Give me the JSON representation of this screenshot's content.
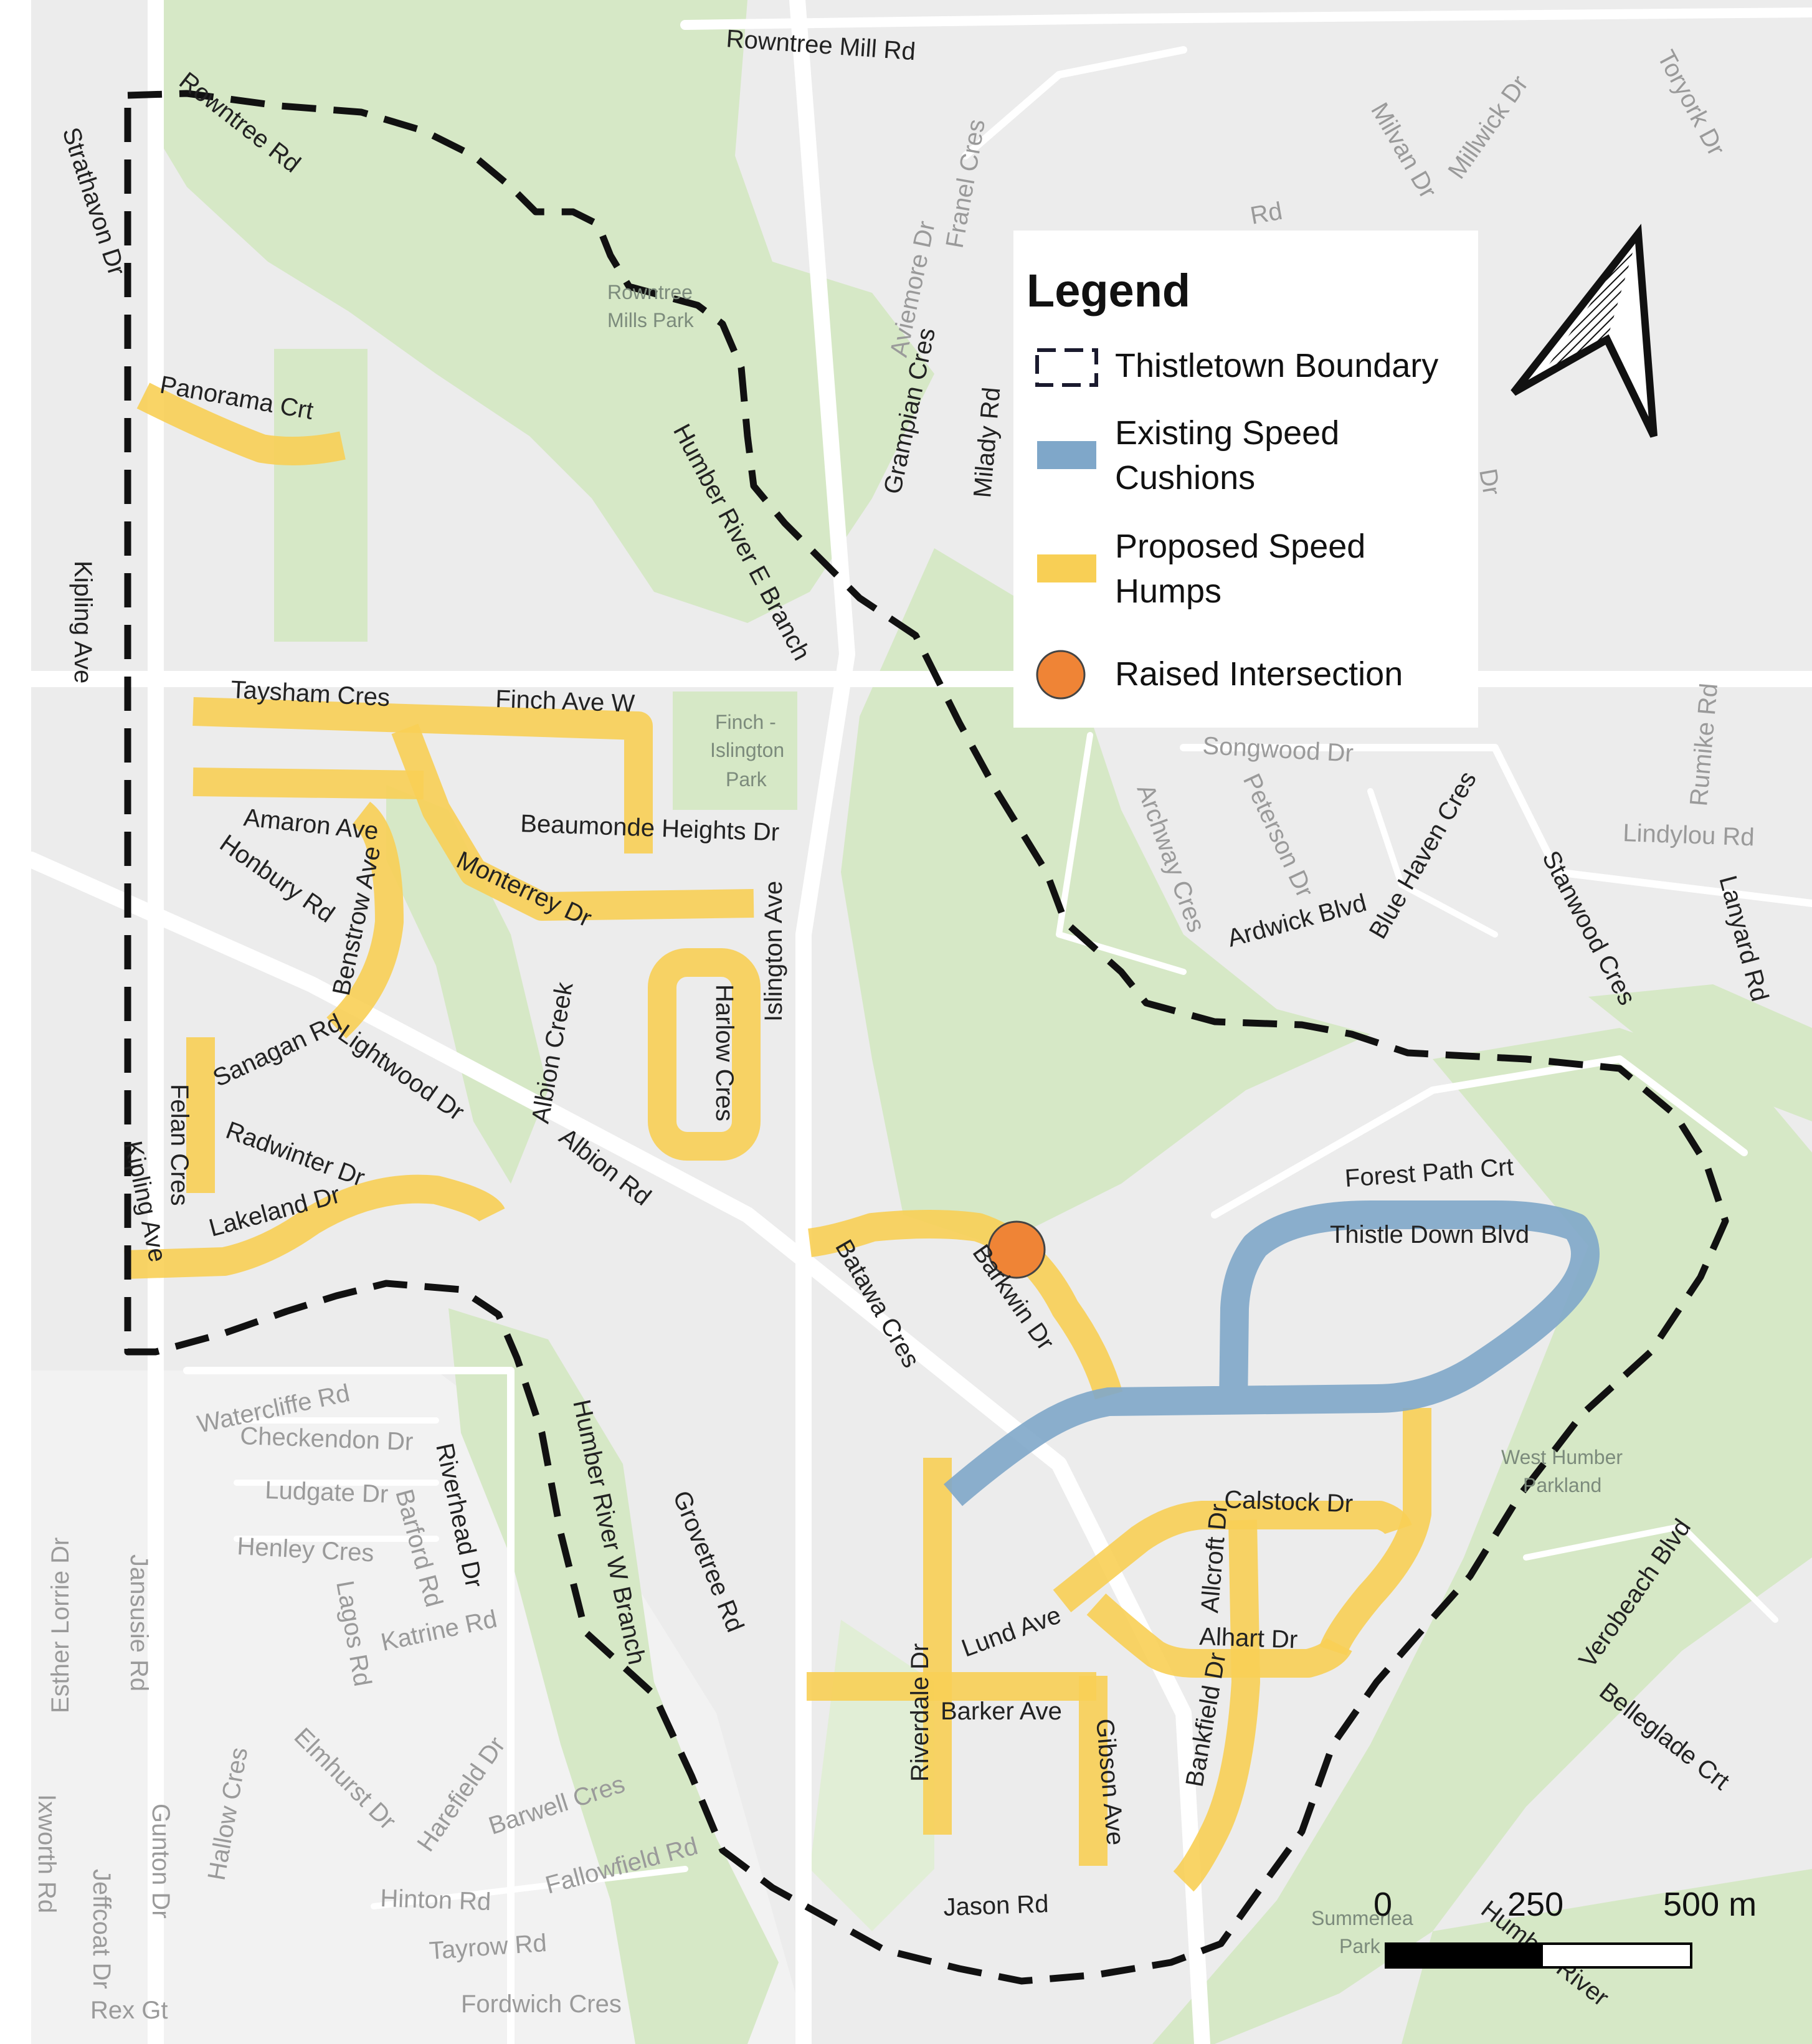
{
  "legend": {
    "title": "Legend",
    "items": [
      {
        "label_lines": [
          "Thistletown Boundary"
        ],
        "symbol": "dashed-box",
        "color": "#1a1a2e"
      },
      {
        "label_lines": [
          "Existing Speed",
          "Cushions"
        ],
        "symbol": "bar",
        "color": "#7fa7c9"
      },
      {
        "label_lines": [
          "Proposed Speed",
          "Humps"
        ],
        "symbol": "bar",
        "color": "#f8cf55"
      },
      {
        "label_lines": [
          "Raised Intersection"
        ],
        "symbol": "circle",
        "color": "#ef8436"
      }
    ]
  },
  "scale_bar": {
    "labels": [
      "0",
      "250",
      "500 m"
    ]
  },
  "colors": {
    "boundary": "#111111",
    "speed_cushion": "#7fa7c9",
    "speed_hump": "#f8cf55",
    "raised_intersection": "#ef8436",
    "park": "#d6e8c6",
    "land": "#ececec",
    "road": "#ffffff"
  },
  "icons": {
    "north_arrow": "north-arrow-icon"
  },
  "streets": [
    "Rowntree Mill Rd",
    "Rowntree Rd",
    "Strathavon Dr",
    "Panorama Crt",
    "Kipling Ave",
    "Taysham Cres",
    "Finch Ave W",
    "Amaron Ave",
    "Beaumonde Heights Dr",
    "Honbury Rd",
    "Benstrow Ave",
    "Monterrey Dr",
    "Islington Ave",
    "Harlow Cres",
    "Albion Creek",
    "Sanagan Rd",
    "Lightwood Dr",
    "Felan Cres",
    "Radwinter Dr",
    "Albion Rd",
    "Lakeland Dr",
    "Kipling Ave",
    "Batawa Cres",
    "Barkwin Dr",
    "Watercliffe Rd",
    "Checkendon Dr",
    "Ludgate Dr",
    "Henley Cres",
    "Barford Rd",
    "Riverhead Dr",
    "Katrine Rd",
    "Lagos Rd",
    "Humber River W Branch",
    "Grovetree Rd",
    "Esther Lorrie Dr",
    "Jansusie Rd",
    "Elmhurst Dr",
    "Harefield Dr",
    "Barwell Cres",
    "Fallowfield Rd",
    "Hallow Cres",
    "Gunton Dr",
    "Hinton Rd",
    "Tayrow Rd",
    "Fordwich Cres",
    "Ixworth Rd",
    "Jeffcoat Dr",
    "Rex Gt",
    "Jason Rd",
    "Riverdale Dr",
    "Barker Ave",
    "Gibson Ave",
    "Lund Ave",
    "Bankfield Dr",
    "Allcroft Dr",
    "Alhart Dr",
    "Calstock Dr",
    "Forest Path Crt",
    "Thistle Down Blvd",
    "West Humber",
    "Parkland",
    "Verobeach Blvd",
    "Belleglade Crt",
    "Summerlea",
    "Park",
    "Humber River",
    "Humber River E Branch",
    "Rowntree",
    "Mills Park",
    "Aviemore Dr",
    "Grampian Cres",
    "Milady Rd",
    "Franel Cres",
    "Milvan Dr",
    "Millwick Dr",
    "Toryork Dr",
    "Rd",
    "Dr",
    "Songwood Dr",
    "Archway Cres",
    "Peterson Dr",
    "Ardwick Blvd",
    "Blue Haven Cres",
    "Stanwood Cres",
    "Rumike Rd",
    "Lindylou Rd",
    "Lanyard Rd",
    "Finch -",
    "Islington",
    "Park"
  ]
}
